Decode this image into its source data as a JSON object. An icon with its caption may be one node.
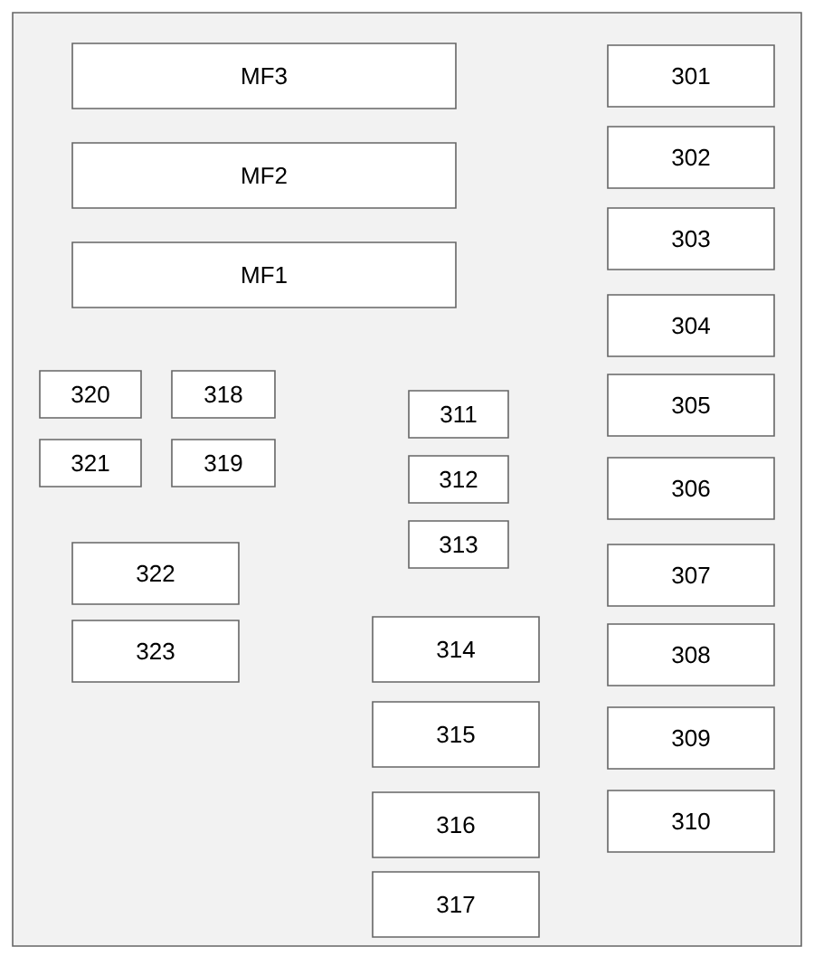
{
  "diagram": {
    "nodes": [
      {
        "text": [],
        "shape": "box"
      },
      {
        "text": [
          "MF3"
        ],
        "in": 0
      },
      {
        "text": [
          "MF2"
        ],
        "in": 0
      },
      {
        "text": [
          "MF1"
        ],
        "in": 0
      },
      {
        "text": [
          "320"
        ],
        "in": 0
      },
      {
        "text": [
          "318"
        ],
        "in": 0
      },
      {
        "text": [
          "321"
        ],
        "in": 0
      },
      {
        "text": [
          "319"
        ],
        "in": 0
      },
      {
        "text": [
          "322"
        ],
        "in": 0
      },
      {
        "text": [
          "323"
        ],
        "in": 0
      },
      {
        "text": [
          "311"
        ],
        "in": 0
      },
      {
        "text": [
          "312"
        ],
        "in": 0
      },
      {
        "text": [
          "313"
        ],
        "in": 0
      },
      {
        "text": [
          "314"
        ],
        "in": 0
      },
      {
        "text": [
          "315"
        ],
        "in": 0
      },
      {
        "text": [
          "316"
        ],
        "in": 0
      },
      {
        "text": [
          "317"
        ],
        "in": 0
      },
      {
        "text": [
          "301"
        ],
        "in": 0
      },
      {
        "text": [
          "302"
        ],
        "in": 0
      },
      {
        "text": [
          "303"
        ],
        "in": 0
      },
      {
        "text": [
          "304"
        ],
        "in": 0
      },
      {
        "text": [
          "305"
        ],
        "in": 0
      },
      {
        "text": [
          "306"
        ],
        "in": 0
      },
      {
        "text": [
          "307"
        ],
        "in": 0
      },
      {
        "text": [
          "308"
        ],
        "in": 0
      },
      {
        "text": [
          "309"
        ],
        "in": 0
      },
      {
        "text": [
          "310"
        ],
        "in": 0
      }
    ]
  }
}
